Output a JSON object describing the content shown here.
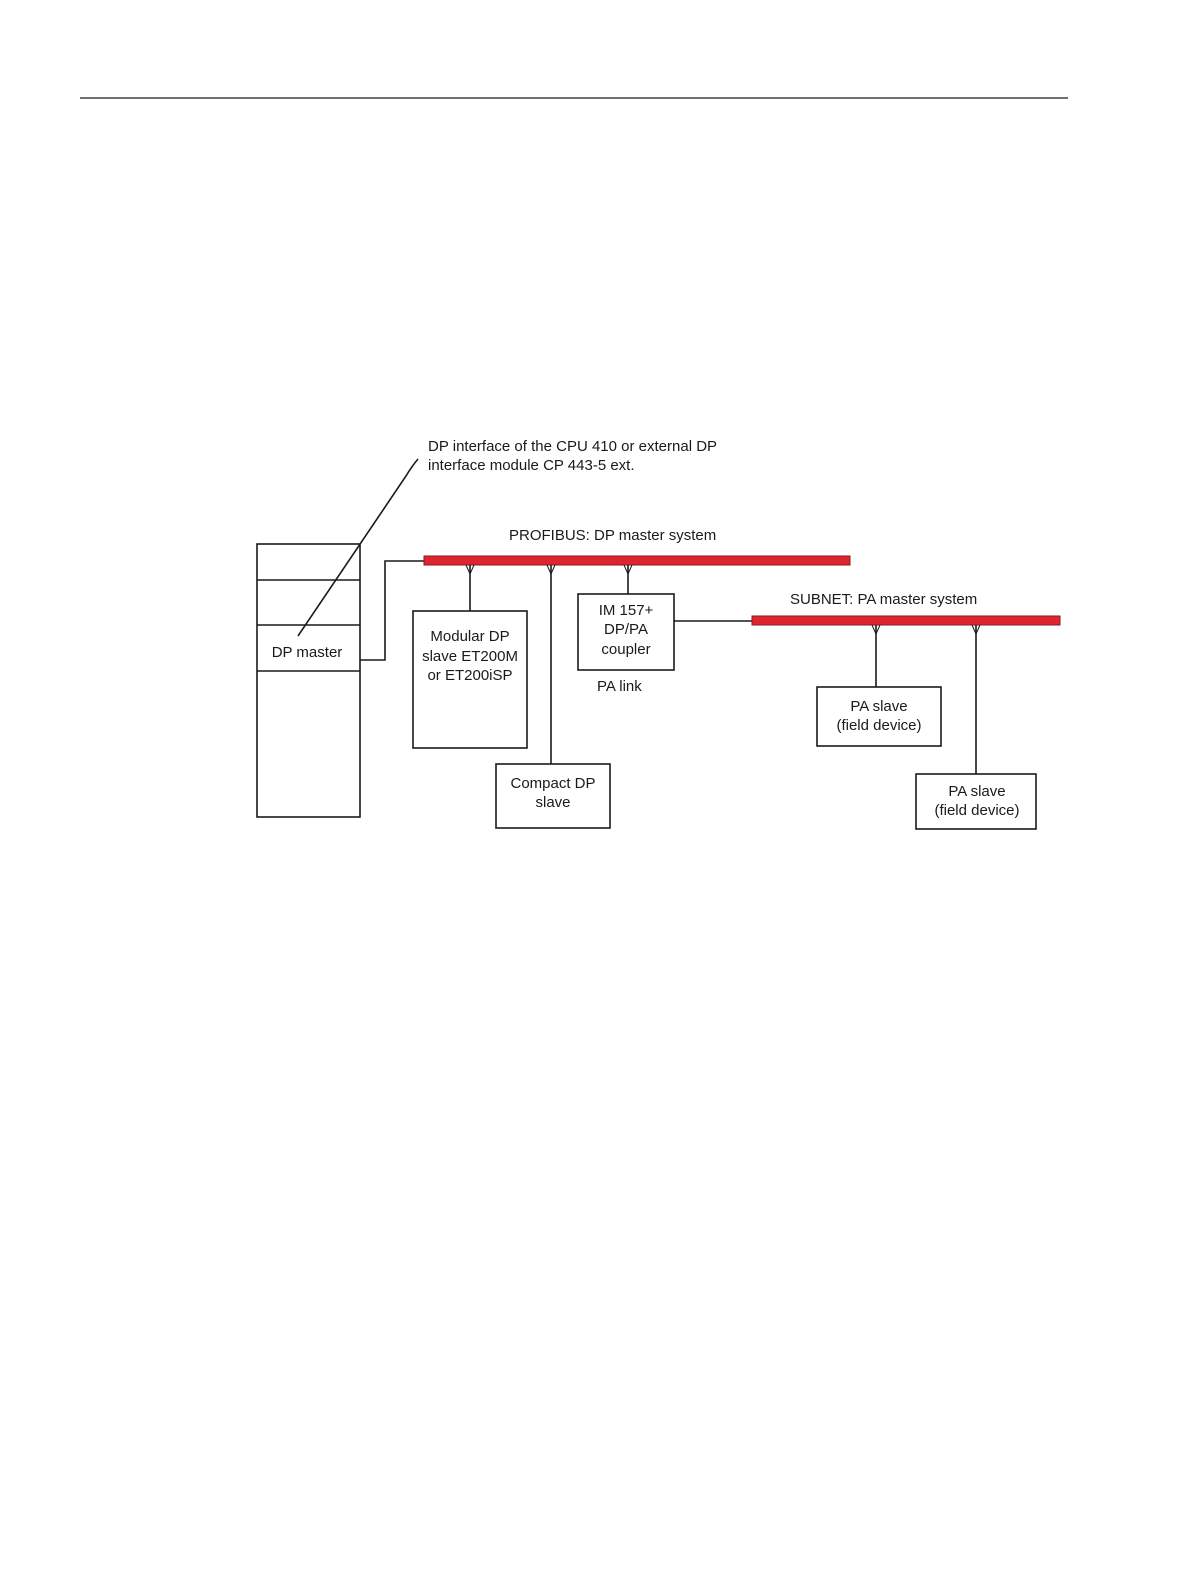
{
  "colors": {
    "bus": "#e0242f",
    "bus_outline": "#8a1a20",
    "line": "#1a1a1a"
  },
  "annotation": {
    "line1": "DP interface of the CPU 410 or external DP",
    "line2": "interface module CP 443-5 ext."
  },
  "cpu": {
    "dp_master_label": "DP master"
  },
  "profibus": {
    "label": "PROFIBUS: DP master system"
  },
  "subnet": {
    "label": "SUBNET: PA master system"
  },
  "modular_slave": {
    "line1": "Modular DP",
    "line2": "slave ET200M",
    "line3": "or ET200iSP"
  },
  "compact_slave": {
    "line1": "Compact DP",
    "line2": "slave"
  },
  "coupler": {
    "line1": "IM 157+",
    "line2": "DP/PA",
    "line3": "coupler",
    "caption": "PA link"
  },
  "pa_slave_1": {
    "line1": "PA slave",
    "line2": "(field device)"
  },
  "pa_slave_2": {
    "line1": "PA slave",
    "line2": "(field device)"
  }
}
